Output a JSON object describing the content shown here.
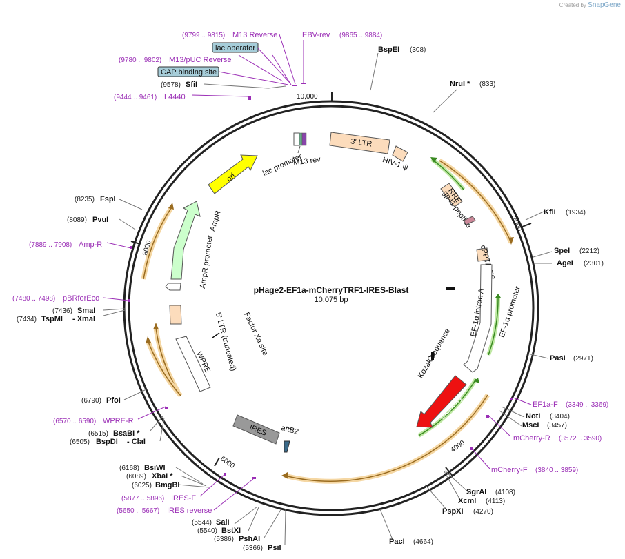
{
  "credit": {
    "text": "Created by",
    "brand": "SnapGene"
  },
  "title": "pHage2-EF1a-mCherryTRF1-IRES-Blast",
  "size": "10,075 bp",
  "ticks": [
    "10,000",
    "2000",
    "4000",
    "6000",
    "8000"
  ],
  "enzymes": [
    {
      "name": "BspEI",
      "pos": "(308)"
    },
    {
      "name": "NruI *",
      "pos": "(833)"
    },
    {
      "name": "KflI",
      "pos": "(1934)"
    },
    {
      "name": "SpeI",
      "pos": "(2212)"
    },
    {
      "name": "AgeI",
      "pos": "(2301)"
    },
    {
      "name": "PasI",
      "pos": "(2971)"
    },
    {
      "name": "NotI",
      "pos": "(3404)"
    },
    {
      "name": "MscI",
      "pos": "(3457)"
    },
    {
      "name": "SgrAI",
      "pos": "(4108)"
    },
    {
      "name": "XcmI",
      "pos": "(4113)"
    },
    {
      "name": "PspXI",
      "pos": "(4270)"
    },
    {
      "name": "PacI",
      "pos": "(4664)"
    },
    {
      "name": "PsiI",
      "pos": "(5366)"
    },
    {
      "name": "PshAI",
      "pos": "(5386)"
    },
    {
      "name": "BstXI",
      "pos": "(5540)"
    },
    {
      "name": "SalI",
      "pos": "(5544)"
    },
    {
      "name": "BmgBI",
      "pos": "(6025)"
    },
    {
      "name": "XbaI *",
      "pos": "(6089)"
    },
    {
      "name": "BsiWI",
      "pos": "(6168)"
    },
    {
      "name": "BspDI",
      "pos": "(6505)",
      "extra": "- ClaI"
    },
    {
      "name": "BsaBI *",
      "pos": "(6515)"
    },
    {
      "name": "PfoI",
      "pos": "(6790)"
    },
    {
      "name": "TspMI",
      "pos": "(7434)",
      "extra": "- XmaI"
    },
    {
      "name": "SmaI",
      "pos": "(7436)"
    },
    {
      "name": "PvuI",
      "pos": "(8089)"
    },
    {
      "name": "FspI",
      "pos": "(8235)"
    },
    {
      "name": "SfiI",
      "pos": "(9578)"
    }
  ],
  "primers": [
    {
      "name": "EBV-rev",
      "pos": "(9865 .. 9884)"
    },
    {
      "name": "M13 Reverse",
      "pos": "(9799 .. 9815)"
    },
    {
      "name": "M13/pUC Reverse",
      "pos": "(9780 .. 9802)"
    },
    {
      "name": "L4440",
      "pos": "(9444 .. 9461)"
    },
    {
      "name": "EF1a-F",
      "pos": "(3349 .. 3369)"
    },
    {
      "name": "mCherry-R",
      "pos": "(3572 .. 3590)"
    },
    {
      "name": "mCherry-F",
      "pos": "(3840 .. 3859)"
    },
    {
      "name": "IRES-F",
      "pos": "(5877 .. 5896)"
    },
    {
      "name": "IRES reverse",
      "pos": "(5650 .. 5667)"
    },
    {
      "name": "WPRE-R",
      "pos": "(6570 .. 6590)"
    },
    {
      "name": "pBRforEco",
      "pos": "(7480 .. 7498)"
    },
    {
      "name": "Amp-R",
      "pos": "(7889 .. 7908)"
    }
  ],
  "boxed_features": [
    "lac operator",
    "CAP binding site"
  ],
  "features": {
    "ltr3": "3' LTR",
    "hiv": "HIV-1 ψ",
    "rre": "RRE",
    "gp41": "gp41 peptide",
    "cppt": "cPPT/CTS",
    "ef1a_promoter": "EF-1α promoter",
    "intron": "EF-1α intron A",
    "kozak": "Kozak sequence",
    "mcherry": "mCherry",
    "ires": "IRES",
    "attb2": "attB2",
    "factor_xa": "Factor Xa site",
    "wpre": "WPRE",
    "ltr5": "5' LTR (truncated)",
    "ampr_promoter": "AmpR promoter",
    "ampr": "AmpR",
    "ori": "ori",
    "lac_promoter": "lac promoter",
    "m13_rev": "M13 rev"
  },
  "colors": {
    "orange_arc": "#e9a23b",
    "green_arc": "#44aa33",
    "mcherry": "#ee1111",
    "ori": "#ffff00",
    "ampr": "#ccffcc",
    "ltr": "#fcdcbc",
    "ires": "#999999",
    "primer": "#9b2fb6"
  }
}
